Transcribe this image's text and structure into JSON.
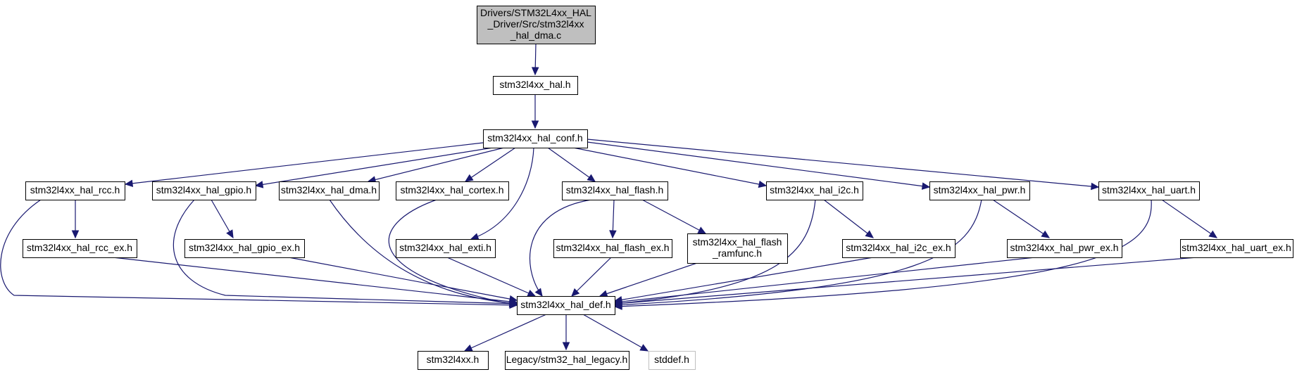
{
  "graph": {
    "nodes": [
      {
        "id": "dma_c",
        "lines": [
          "Drivers/STM32L4xx_HAL",
          "_Driver/Src/stm32l4xx",
          "_hal_dma.c"
        ],
        "kind": "root"
      },
      {
        "id": "hal",
        "lines": [
          "stm32l4xx_hal.h"
        ]
      },
      {
        "id": "conf",
        "lines": [
          "stm32l4xx_hal_conf.h"
        ]
      },
      {
        "id": "rcc",
        "lines": [
          "stm32l4xx_hal_rcc.h"
        ]
      },
      {
        "id": "gpio",
        "lines": [
          "stm32l4xx_hal_gpio.h"
        ]
      },
      {
        "id": "dma",
        "lines": [
          "stm32l4xx_hal_dma.h"
        ]
      },
      {
        "id": "cortex",
        "lines": [
          "stm32l4xx_hal_cortex.h"
        ]
      },
      {
        "id": "flash",
        "lines": [
          "stm32l4xx_hal_flash.h"
        ]
      },
      {
        "id": "i2c",
        "lines": [
          "stm32l4xx_hal_i2c.h"
        ]
      },
      {
        "id": "pwr",
        "lines": [
          "stm32l4xx_hal_pwr.h"
        ]
      },
      {
        "id": "uart",
        "lines": [
          "stm32l4xx_hal_uart.h"
        ]
      },
      {
        "id": "rcc_ex",
        "lines": [
          "stm32l4xx_hal_rcc_ex.h"
        ]
      },
      {
        "id": "gpio_ex",
        "lines": [
          "stm32l4xx_hal_gpio_ex.h"
        ]
      },
      {
        "id": "exti",
        "lines": [
          "stm32l4xx_hal_exti.h"
        ]
      },
      {
        "id": "flash_ex",
        "lines": [
          "stm32l4xx_hal_flash_ex.h"
        ]
      },
      {
        "id": "ramfunc",
        "lines": [
          "stm32l4xx_hal_flash",
          "_ramfunc.h"
        ]
      },
      {
        "id": "i2c_ex",
        "lines": [
          "stm32l4xx_hal_i2c_ex.h"
        ]
      },
      {
        "id": "pwr_ex",
        "lines": [
          "stm32l4xx_hal_pwr_ex.h"
        ]
      },
      {
        "id": "uart_ex",
        "lines": [
          "stm32l4xx_hal_uart_ex.h"
        ]
      },
      {
        "id": "def",
        "lines": [
          "stm32l4xx_hal_def.h"
        ]
      },
      {
        "id": "l4xx",
        "lines": [
          "stm32l4xx.h"
        ]
      },
      {
        "id": "legacy",
        "lines": [
          "Legacy/stm32_hal_legacy.h"
        ]
      },
      {
        "id": "stddef",
        "lines": [
          "stddef.h"
        ],
        "kind": "external"
      }
    ],
    "edges": [
      {
        "from": "dma_c",
        "to": "hal"
      },
      {
        "from": "hal",
        "to": "conf"
      },
      {
        "from": "conf",
        "to": "rcc"
      },
      {
        "from": "conf",
        "to": "gpio"
      },
      {
        "from": "conf",
        "to": "dma"
      },
      {
        "from": "conf",
        "to": "cortex"
      },
      {
        "from": "conf",
        "to": "exti"
      },
      {
        "from": "conf",
        "to": "flash"
      },
      {
        "from": "conf",
        "to": "i2c"
      },
      {
        "from": "conf",
        "to": "pwr"
      },
      {
        "from": "conf",
        "to": "uart"
      },
      {
        "from": "rcc",
        "to": "rcc_ex"
      },
      {
        "from": "rcc",
        "to": "def"
      },
      {
        "from": "rcc_ex",
        "to": "def"
      },
      {
        "from": "gpio",
        "to": "gpio_ex"
      },
      {
        "from": "gpio",
        "to": "def"
      },
      {
        "from": "gpio_ex",
        "to": "def"
      },
      {
        "from": "dma",
        "to": "def"
      },
      {
        "from": "cortex",
        "to": "def"
      },
      {
        "from": "exti",
        "to": "def"
      },
      {
        "from": "flash",
        "to": "flash_ex"
      },
      {
        "from": "flash",
        "to": "ramfunc"
      },
      {
        "from": "flash",
        "to": "def"
      },
      {
        "from": "flash_ex",
        "to": "def"
      },
      {
        "from": "ramfunc",
        "to": "def"
      },
      {
        "from": "i2c",
        "to": "i2c_ex"
      },
      {
        "from": "i2c",
        "to": "def"
      },
      {
        "from": "i2c_ex",
        "to": "def"
      },
      {
        "from": "pwr",
        "to": "pwr_ex"
      },
      {
        "from": "pwr",
        "to": "def"
      },
      {
        "from": "pwr_ex",
        "to": "def"
      },
      {
        "from": "uart",
        "to": "uart_ex"
      },
      {
        "from": "uart",
        "to": "def"
      },
      {
        "from": "uart_ex",
        "to": "def"
      },
      {
        "from": "def",
        "to": "l4xx"
      },
      {
        "from": "def",
        "to": "legacy"
      },
      {
        "from": "def",
        "to": "stddef"
      }
    ],
    "colors": {
      "edge": "#191970",
      "root_fill": "#bfbfbf",
      "external_border": "#bfbfbf",
      "node_border": "#000000"
    }
  }
}
